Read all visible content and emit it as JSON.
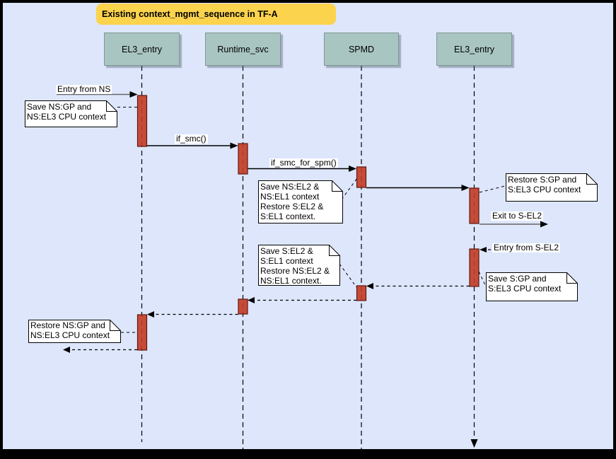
{
  "title": {
    "label": "Existing context_mgmt_sequence in TF-A"
  },
  "lifelines": [
    {
      "label": "EL3_entry"
    },
    {
      "label": "Runtime_svc"
    },
    {
      "label": "SPMD"
    },
    {
      "label": "EL3_entry"
    }
  ],
  "messages": {
    "entry_from_ns": {
      "label": "Entry from NS",
      "type": "solid"
    },
    "if_smc": {
      "label": "if_smc()",
      "type": "solid"
    },
    "if_smc_for_spm": {
      "label": "if_smc_for_spm()",
      "type": "solid"
    },
    "spmd_to_el3": {
      "label": "",
      "type": "solid"
    },
    "exit_to_s_el2": {
      "label": "Exit to S-EL2",
      "type": "solid"
    },
    "entry_from_s_el2": {
      "label": "Entry from S-EL2",
      "type": "dashed"
    }
  },
  "notes": [
    {
      "text": "Save NS:GP and\nNS:EL3 CPU context"
    },
    {
      "text": "Save NS:EL2 &\nNS:EL1 context\nRestore S:EL2 &\nS:EL1 context."
    },
    {
      "text": "Restore S:GP and\nS:EL3 CPU context"
    },
    {
      "text": "Save S:EL2 &\nS:EL1 context\nRestore NS:EL2 &\nNS:EL1 context."
    },
    {
      "text": "Save S:GP and\nS:EL3 CPU context"
    },
    {
      "text": "Restore NS:GP and\nNS:EL3 CPU context"
    }
  ],
  "colors": {
    "frame": "#000000",
    "background": "#dde6fb",
    "title_bg": "#fcd34d",
    "lifeline_head_bg": "#a8c5c1",
    "activation_fill": "#c23b22",
    "activation_stroke": "#641710",
    "env_message_line": "#666666",
    "message_line": "#000000",
    "note_bg": "#ffffff"
  }
}
